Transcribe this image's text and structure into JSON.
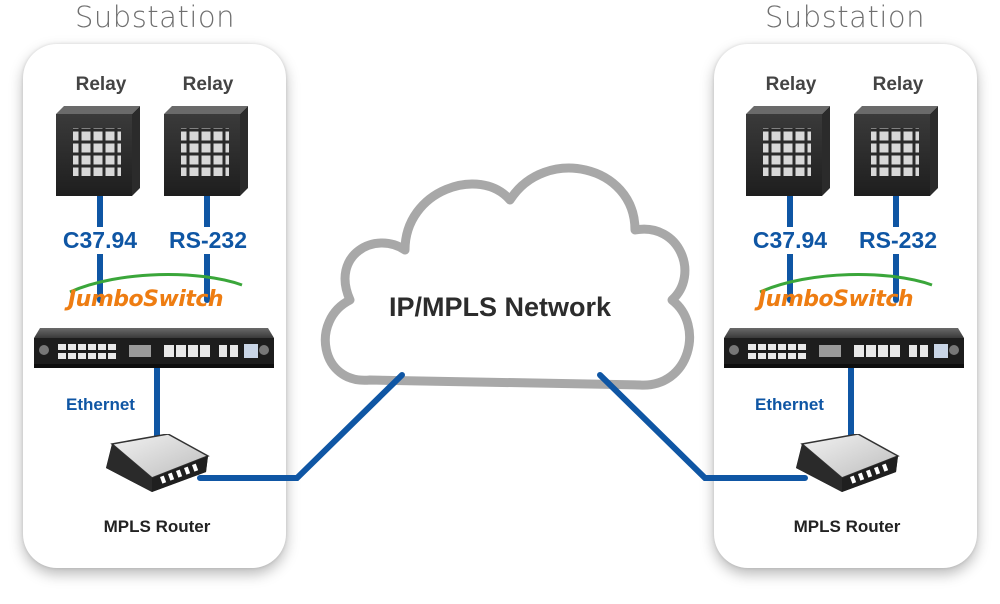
{
  "left": {
    "title": "Substation",
    "relays": [
      {
        "label": "Relay",
        "interface": "C37.94"
      },
      {
        "label": "Relay",
        "interface": "RS-232"
      }
    ],
    "switch_brand": "JumboSwitch",
    "link_label": "Ethernet",
    "router_label": "MPLS Router"
  },
  "right": {
    "title": "Substation",
    "relays": [
      {
        "label": "Relay",
        "interface": "C37.94"
      },
      {
        "label": "Relay",
        "interface": "RS-232"
      }
    ],
    "switch_brand": "JumboSwitch",
    "link_label": "Ethernet",
    "router_label": "MPLS Router"
  },
  "cloud": {
    "label": "IP/MPLS Network"
  },
  "colors": {
    "link": "#0f56a4",
    "logo": "#ee7d12",
    "cloud_stroke": "#a8a8a8"
  }
}
